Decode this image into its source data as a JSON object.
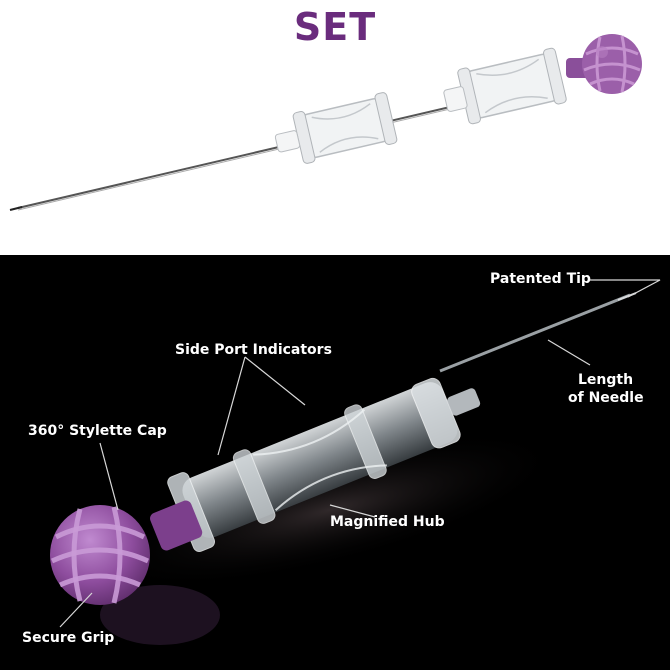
{
  "header": {
    "title": "SET"
  },
  "callouts": {
    "patented_tip": "Patented Tip",
    "side_port_indicators": "Side Port Indicators",
    "length_of_needle_line1": "Length",
    "length_of_needle_line2": "of Needle",
    "stylette_cap": "360° Stylette Cap",
    "magnified_hub": "Magnified Hub",
    "secure_grip": "Secure Grip"
  },
  "colors": {
    "brand_purple": "#6a2c7d",
    "cap_purple": "#9b5fa9",
    "background_dark": "#000000"
  }
}
